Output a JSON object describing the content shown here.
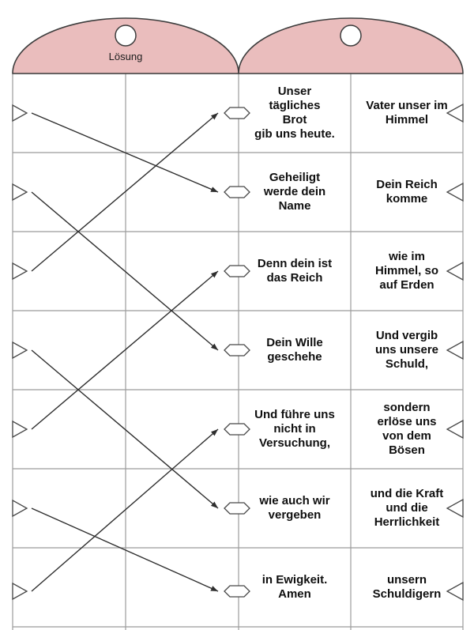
{
  "tags": {
    "left_label": "Lösung",
    "fill": "#eabdbd",
    "stroke": "#3d3d3d",
    "hole_fill": "#ffffff"
  },
  "colors": {
    "page_bg": "#ffffff",
    "grid": "#9b9b9b",
    "arrow": "#2e2e2e",
    "shape_stroke": "#474747",
    "shape_fill": "#ffffff",
    "text": "#0f0f0f"
  },
  "rows": [
    {
      "middle_text": "Unser\ntägliches\nBrot\ngib uns heute.",
      "right_text": "Vater unser im\nHimmel"
    },
    {
      "middle_text": "Geheiligt\nwerde dein\nName",
      "right_text": "Dein Reich\nkomme"
    },
    {
      "middle_text": "Denn dein ist\ndas Reich",
      "right_text": "wie im\nHimmel, so\nauf Erden"
    },
    {
      "middle_text": "Dein Wille\ngeschehe",
      "right_text": "Und vergib\nuns unsere\nSchuld,"
    },
    {
      "middle_text": "Und führe uns\nnicht in\nVersuchung,",
      "right_text": "sondern\nerlöse uns\nvon dem\nBösen"
    },
    {
      "middle_text": "wie auch wir\nvergeben",
      "right_text": "und die Kraft\nund die\nHerrlichkeit"
    },
    {
      "middle_text": "in Ewigkeit.\nAmen",
      "right_text": "unsern\nSchuldigern"
    }
  ],
  "connections": [
    {
      "from_left_row": 1,
      "to_middle_row": 2
    },
    {
      "from_left_row": 2,
      "to_middle_row": 4
    },
    {
      "from_left_row": 3,
      "to_middle_row": 1
    },
    {
      "from_left_row": 4,
      "to_middle_row": 6
    },
    {
      "from_left_row": 5,
      "to_middle_row": 3
    },
    {
      "from_left_row": 6,
      "to_middle_row": 7
    },
    {
      "from_left_row": 7,
      "to_middle_row": 5
    }
  ]
}
